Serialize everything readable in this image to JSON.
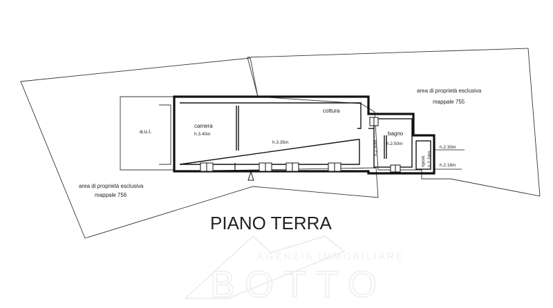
{
  "plan": {
    "title": "PIANO TERRA",
    "left_area": {
      "line1": "area di proprietà esclusiva",
      "line2": "mappale 756"
    },
    "right_area": {
      "line1": "area di proprietà esclusiva",
      "line2": "mappale 755"
    },
    "aui": "a.u.i.",
    "rooms": {
      "camera": {
        "name": "camera",
        "height": "h.3.40m"
      },
      "main": {
        "height": "h.3.35m"
      },
      "cottura": {
        "name": "cottura"
      },
      "corridor": {
        "height": "h.2.50m"
      },
      "bagno": {
        "name": "bagno",
        "height": "h.2.50m"
      },
      "ripost": {
        "name": "ripost.",
        "height": "h.2.24m"
      }
    },
    "heights_right": {
      "top": "h.2.30m",
      "bottom": "h.2.18m"
    }
  },
  "watermark": {
    "agency": "AGENZIA IMMOBILIARE",
    "brand": "BOTTO"
  }
}
